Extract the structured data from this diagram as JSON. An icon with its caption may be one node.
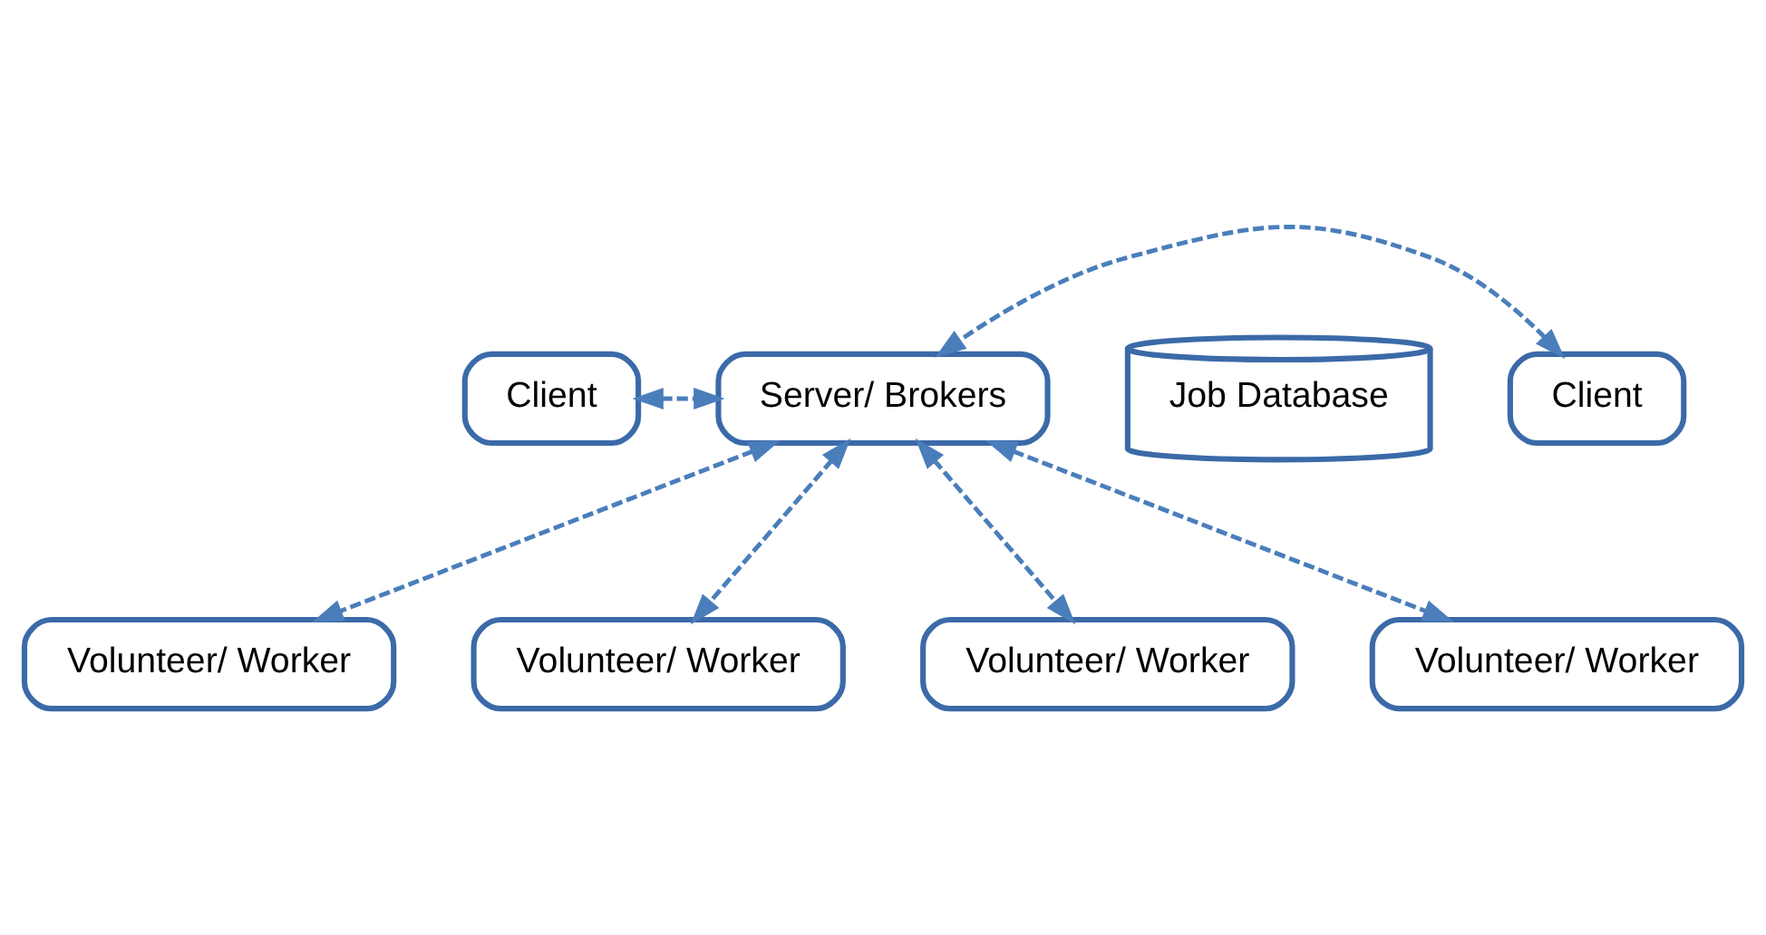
{
  "diagram": {
    "nodes": [
      {
        "text": [
          "Client"
        ]
      },
      {
        "text": [
          "Client"
        ]
      },
      {
        "text": [
          "Server/ Brokers"
        ]
      },
      {
        "text": [
          "Job Database"
        ]
      },
      {
        "text": [
          "Volunteer/ Worker"
        ]
      },
      {
        "text": [
          "Volunteer/ Worker"
        ]
      },
      {
        "text": [
          "Volunteer/ Worker"
        ]
      },
      {
        "text": [
          "Volunteer/ Worker"
        ]
      }
    ],
    "edges": [
      {
        "from": 0,
        "to": 2,
        "arrow": "both",
        "style": "dashed"
      },
      {
        "from": 1,
        "to": 2,
        "arrow": "both",
        "style": "dashed"
      },
      {
        "from": 2,
        "to": 4,
        "arrow": "both",
        "style": "dashed"
      },
      {
        "from": 2,
        "to": 5,
        "arrow": "both",
        "style": "dashed"
      },
      {
        "from": 2,
        "to": 6,
        "arrow": "both",
        "style": "dashed"
      },
      {
        "from": 2,
        "to": 7,
        "arrow": "both",
        "style": "dashed"
      }
    ]
  }
}
